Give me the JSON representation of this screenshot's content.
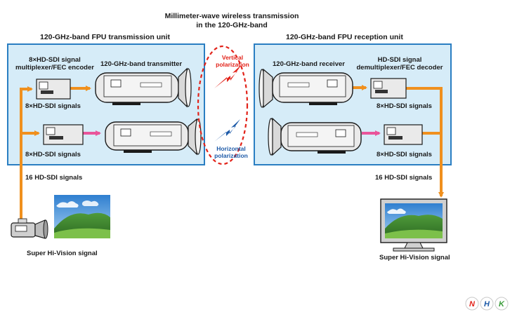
{
  "title": {
    "line1": "Millimeter-wave wireless transmission",
    "line2": "in the 120-GHz-band"
  },
  "tx_unit": {
    "title": "120-GHz-band FPU transmission unit",
    "mux_label_1": "8×HD-SDI signal",
    "mux_label_2": "multiplexer/FEC encoder",
    "transmitter_label": "120-GHz-band transmitter",
    "signals_top": "8×HD-SDI signals",
    "signals_bottom": "8×HD-SDI signals"
  },
  "rx_unit": {
    "title": "120-GHz-band FPU reception unit",
    "receiver_label": "120-GHz-band receiver",
    "demux_label_1": "HD-SDI signal",
    "demux_label_2": "demultiplexer/FEC decoder",
    "signals_top": "8×HD-SDI signals",
    "signals_bottom": "8×HD-SDI signals"
  },
  "polarization": {
    "vertical_1": "Vertical",
    "vertical_2": "polarization",
    "horizontal_1": "Horizontal",
    "horizontal_2": "polarization"
  },
  "left_bottom": {
    "signals": "16 HD-SDI signals",
    "source": "Super Hi-Vision signal"
  },
  "right_bottom": {
    "signals": "16 HD-SDI signals",
    "output": "Super Hi-Vision signal"
  },
  "logo": {
    "letters": [
      "N",
      "H",
      "K"
    ]
  },
  "colors": {
    "unit_fill": "#d6ecf8",
    "unit_border": "#2a7ec2",
    "signal_orange": "#f0901e",
    "pink": "#e9559b",
    "red": "#e2231a",
    "blue": "#1d5aa8",
    "device_fill": "#eaeaea",
    "device_stroke": "#1a1a1a"
  }
}
